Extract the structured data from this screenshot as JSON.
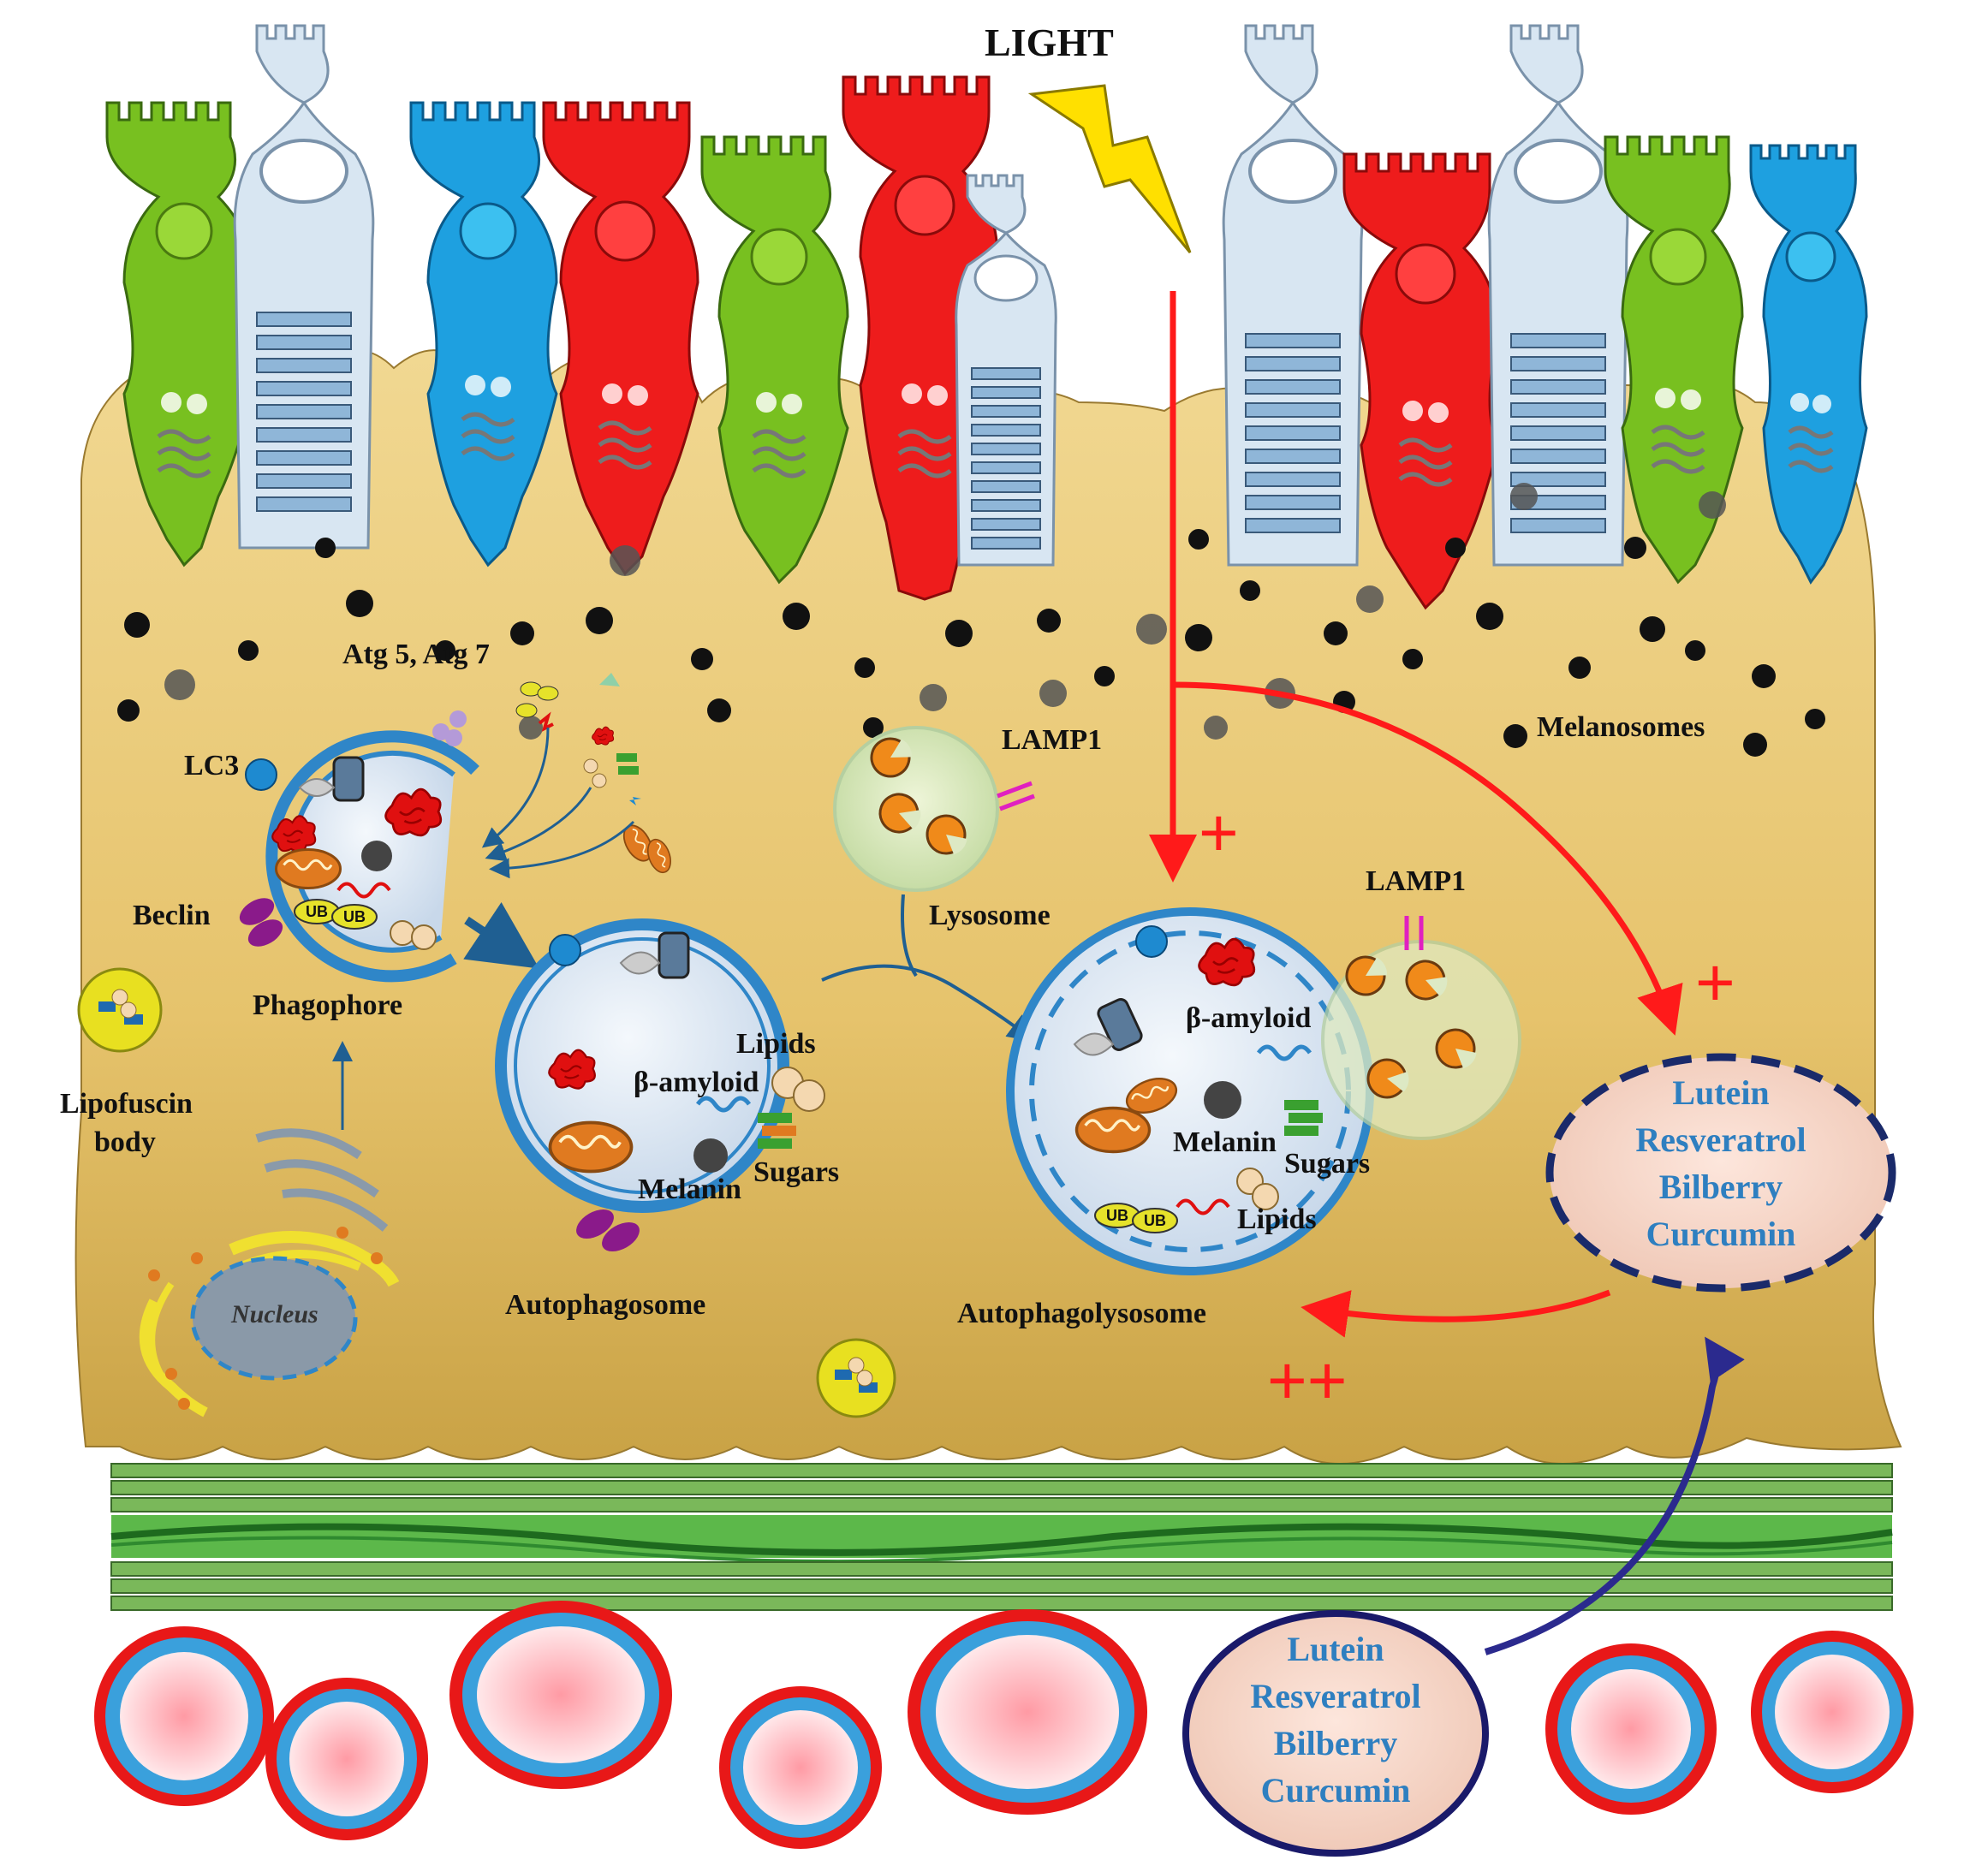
{
  "labels": {
    "light": "LIGHT",
    "atg": "Atg 5, Atg 7",
    "lc3": "LC3",
    "beclin": "Beclin",
    "phagophore": "Phagophore",
    "lipofuscin_line1": "Lipofuscin",
    "lipofuscin_line2": "body",
    "nucleus": "Nucleus",
    "lamp1": "LAMP1",
    "lysosome": "Lysosome",
    "melanosomes": "Melanosomes",
    "autophagosome": "Autophagosome",
    "autophagolysosome": "Autophagolysosome",
    "lipids": "Lipids",
    "beta_amyloid": "β-amyloid",
    "sugars": "Sugars",
    "melanin": "Melanin",
    "ub": "UB"
  },
  "signs": {
    "plus": "+",
    "double_plus": "++"
  },
  "compounds": [
    "Lutein",
    "Resveratrol",
    "Bilberry",
    "Curcumin"
  ],
  "colors": {
    "cell": "#e8c878",
    "light_arrow": "#ff1a1a",
    "compound_text": "#2e7fc0",
    "membrane": "#2f86c8",
    "basement": "#4f9a3a",
    "blue_arrow": "#2b2a8e"
  }
}
